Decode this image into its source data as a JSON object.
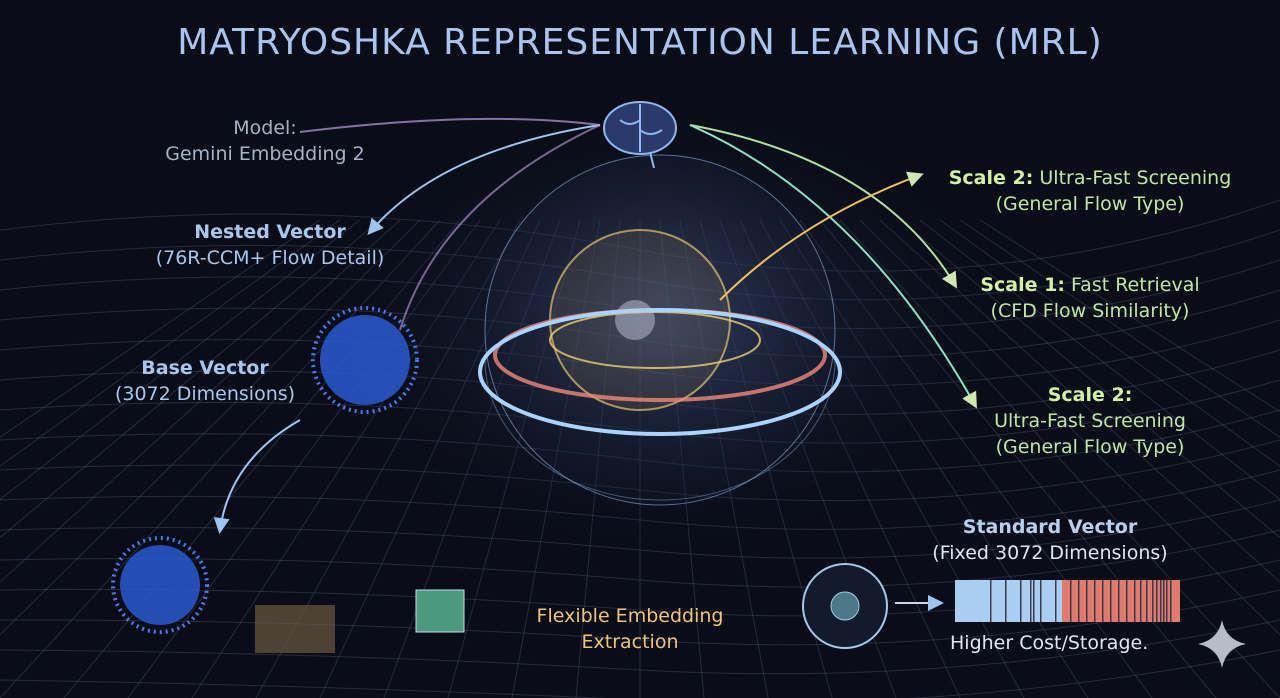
{
  "title": "MATRYOSHKA REPRESENTATION LEARNING (MRL)",
  "model": {
    "line1": "Model:",
    "line2": "Gemini Embedding 2"
  },
  "nested": {
    "title": "Nested Vector",
    "sub": "(76R-CCM+ Flow Detail)"
  },
  "base": {
    "title": "Base Vector",
    "sub": "(3072 Dimensions)"
  },
  "scale_top": {
    "bold": "Scale 2:",
    "rest": " Ultra-Fast Screening",
    "sub": "(General Flow Type)"
  },
  "scale_mid": {
    "bold": "Scale 1:",
    "rest": "  Fast Retrieval",
    "sub": "(CFD Flow Similarity)"
  },
  "scale_bot": {
    "bold": "Scale 2:",
    "line2": "Ultra-Fast Screening",
    "sub": "(General Flow Type)"
  },
  "flexible": {
    "line1": "Flexible Embedding",
    "line2": "Extraction"
  },
  "standard": {
    "title": "Standard Vector",
    "sub": "(Fixed 3072 Dimensions)",
    "note": "Higher Cost/Storage."
  },
  "colors": {
    "blue": "#a9c7ee",
    "red": "#e07a6c",
    "green": "#bfe6a6",
    "orange": "#f1c27c"
  }
}
